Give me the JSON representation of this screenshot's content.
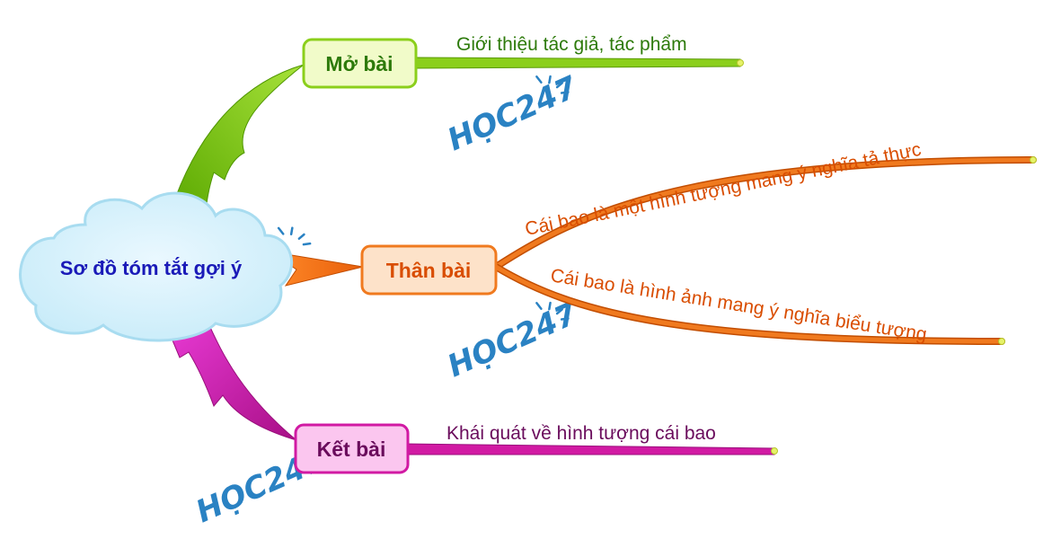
{
  "center": {
    "label": "Sơ đồ tóm tắt gợi ý",
    "color": "#1a1ab8",
    "fill": "#d4f0fb",
    "stroke": "#9fd6ee"
  },
  "branches": {
    "mo_bai": {
      "label": "Mở bài",
      "color": "#2d7a0a",
      "box_fill": "#f1fbc9",
      "box_stroke": "#8bcf1b",
      "line_color": "#8bcf1b",
      "items": [
        "Giới thiệu tác giả, tác phẩm"
      ]
    },
    "than_bai": {
      "label": "Thân bài",
      "color": "#d94d00",
      "box_fill": "#fde2c9",
      "box_stroke": "#f07a1f",
      "line_color": "#f07a1f",
      "items": [
        "Cái bao là một hình tượng mang ý nghĩa tả thực",
        "Cái bao là hình ảnh mang ý nghĩa biểu tượng"
      ]
    },
    "ket_bai": {
      "label": "Kết bài",
      "color": "#6a0c5c",
      "box_fill": "#fbc6ef",
      "box_stroke": "#d11aa3",
      "line_color": "#d11aa3",
      "items": [
        "Khái quát về hình tượng cái bao"
      ]
    }
  },
  "watermark": {
    "text": "HỌC247",
    "color": "#2a82c3"
  }
}
